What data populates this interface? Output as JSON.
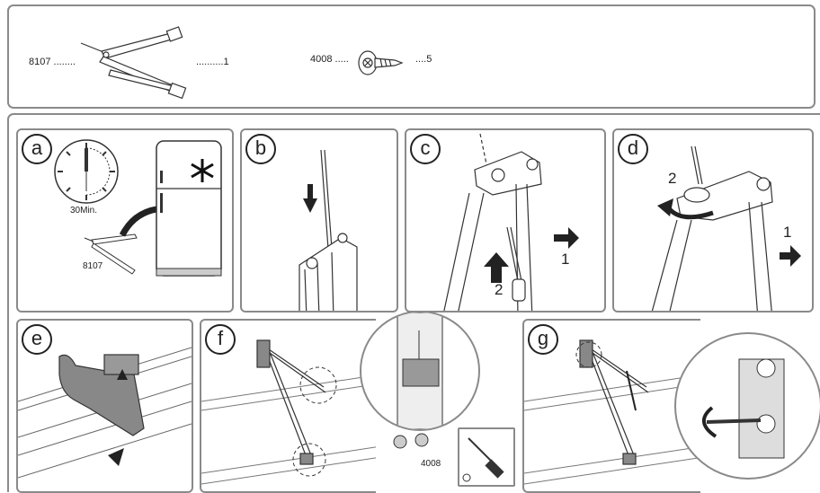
{
  "parts": [
    {
      "code": "8107 ........",
      "qty": "..........1",
      "icon": "bracket-arm"
    },
    {
      "code": "4008 .....",
      "qty": "....5",
      "icon": "screw"
    }
  ],
  "steps": [
    {
      "letter": "a",
      "duration": "30Min.",
      "part": "8107",
      "icons": [
        "clock",
        "freezer",
        "snowflake"
      ]
    },
    {
      "letter": "b"
    },
    {
      "letter": "c",
      "labels": [
        "1",
        "2"
      ]
    },
    {
      "letter": "d",
      "labels": [
        "2",
        "1"
      ]
    },
    {
      "letter": "e"
    },
    {
      "letter": "f",
      "part": "4008",
      "icons": [
        "screwdriver"
      ]
    },
    {
      "letter": "g"
    }
  ]
}
